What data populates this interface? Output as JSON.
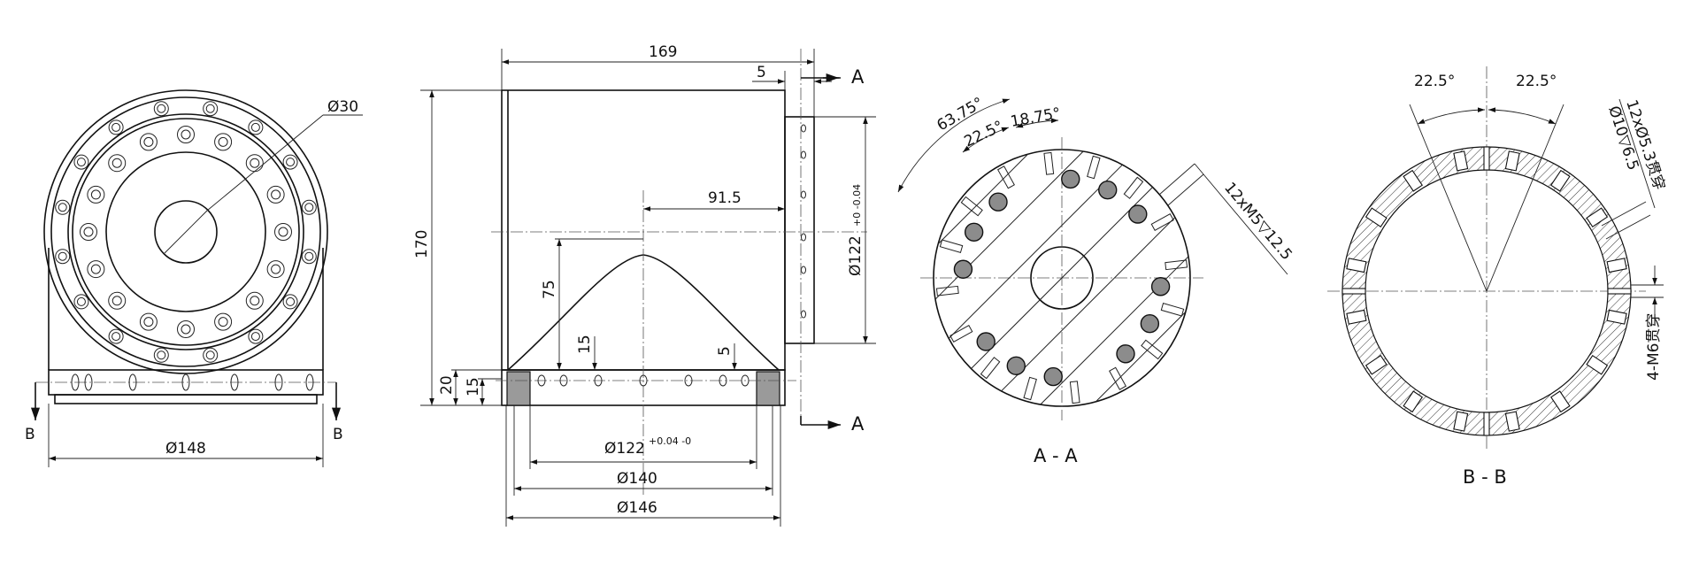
{
  "front_view": {
    "d30": "Ø30",
    "d148": "Ø148",
    "sec_left": "B",
    "sec_right": "B"
  },
  "side_view": {
    "w169": "169",
    "w5": "5",
    "h170": "170",
    "l91_5": "91.5",
    "l75": "75",
    "l15a": "15",
    "l5b": "5",
    "l20": "20",
    "l15b": "15",
    "d122_right_main": "Ø122",
    "d122_right_tol": "+0 -0.04",
    "d122_bottom_main": "Ø122",
    "d122_bottom_tol": "+0.04 -0",
    "d140": "Ø140",
    "d146": "Ø146",
    "sec_top": "A",
    "sec_bottom": "A"
  },
  "section_aa": {
    "a63_75": "63.75°",
    "a22_5": "22.5°",
    "a18_75": "18.75°",
    "thread": "12xM5▽12.5",
    "title": "A - A"
  },
  "section_bb": {
    "a22_5_left": "22.5°",
    "a22_5_right": "22.5°",
    "holes_line1": "12xØ5.3贯穿",
    "holes_line2": "Ø10▽6.5",
    "m6": "4-M6贯穿",
    "title": "B - B"
  }
}
